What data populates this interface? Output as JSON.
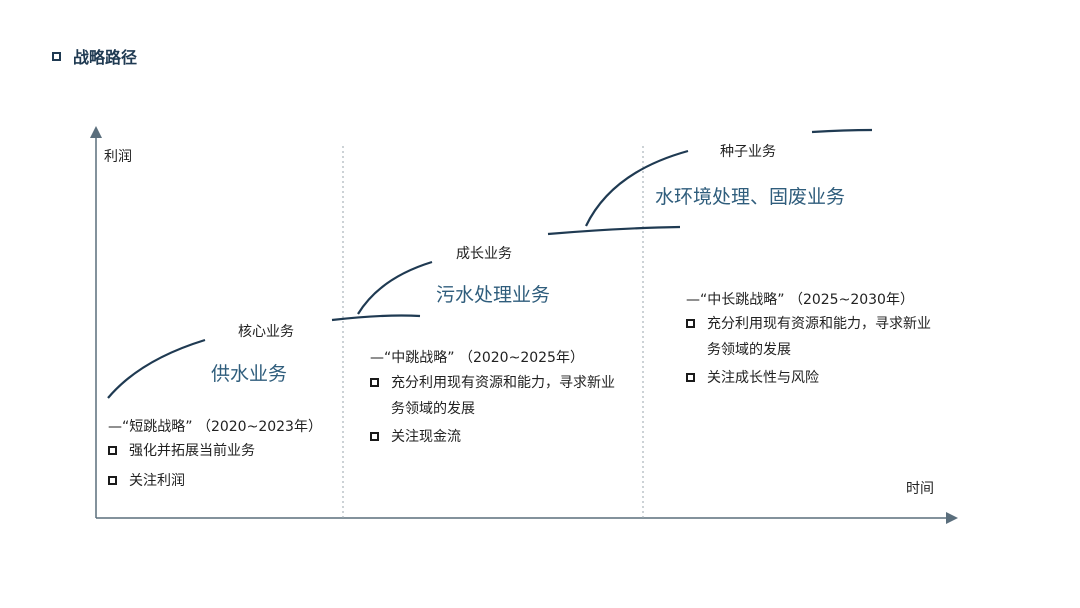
{
  "header": {
    "title": "战略路径"
  },
  "axes": {
    "y_label": "利润",
    "x_label": "时间"
  },
  "stages": [
    {
      "stage": "核心业务",
      "business": "供水业务",
      "strategy": "—“短跳战略”  （2020~2023年）",
      "points": [
        "强化并拓展当前业务",
        "关注利润"
      ]
    },
    {
      "stage": "成长业务",
      "business": "污水处理业务",
      "strategy": "—“中跳战略”  （2020~2025年）",
      "points": [
        "充分利用现有资源和能力，寻求新业务领域的发展",
        "关注现金流"
      ]
    },
    {
      "stage": "种子业务",
      "business": "水环境处理、固废业务",
      "strategy": "—“中长跳战略”  （2025~2030年）",
      "points": [
        "充分利用现有资源和能力，寻求新业务领域的发展",
        "关注成长性与风险"
      ]
    }
  ],
  "colors": {
    "title": "#1f3a52",
    "business": "#2f5d7c",
    "curve": "#1f3a52",
    "axis": "#5a6e7c"
  }
}
